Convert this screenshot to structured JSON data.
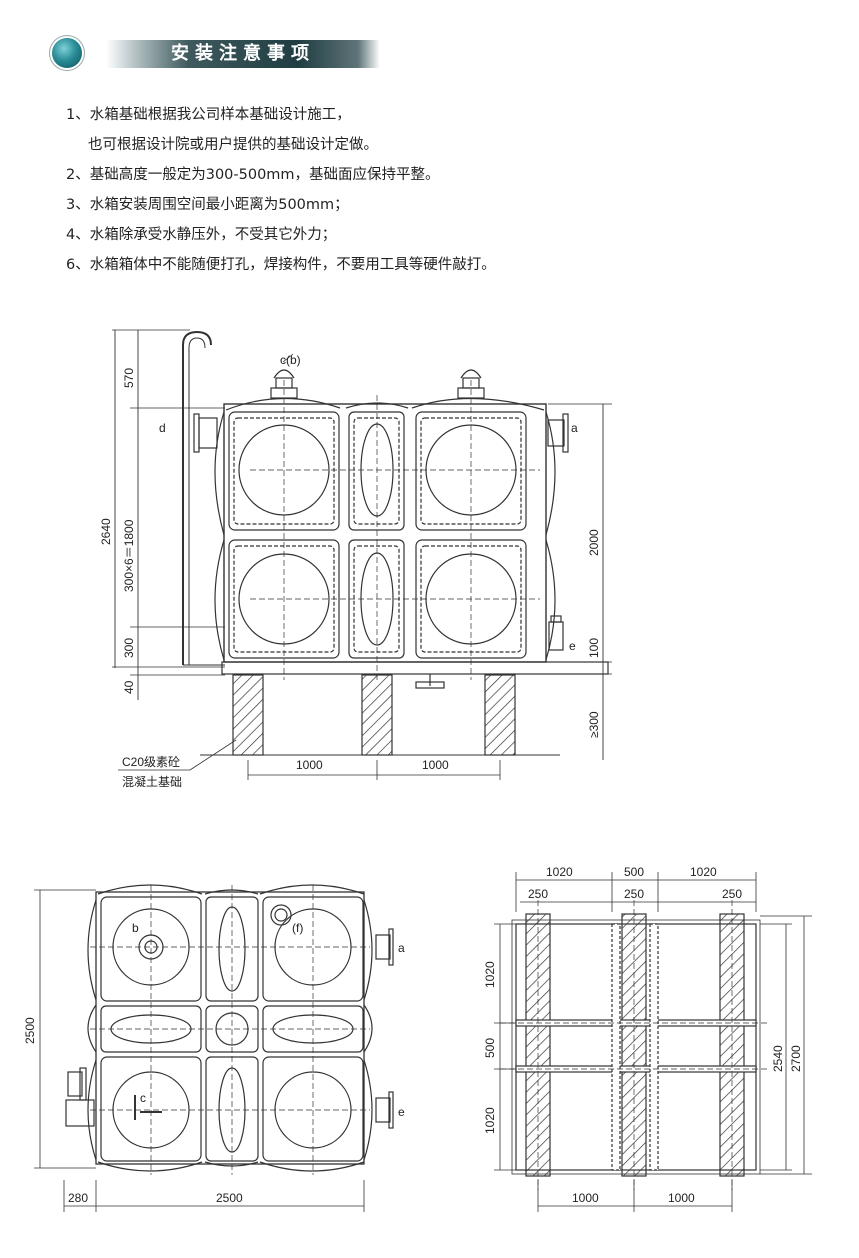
{
  "header": {
    "title": "安装注意事项"
  },
  "notes": [
    {
      "text": "1、水箱基础根据我公司样本基础设计施工，"
    },
    {
      "text": "也可根据设计院或用户提供的基础设计定做。"
    },
    {
      "text": "2、基础高度一般定为300-500mm，基础面应保持平整。"
    },
    {
      "text": "3、水箱安装周围空间最小距离为500mm；"
    },
    {
      "text": "4、水箱除承受水静压外，不受其它外力；"
    },
    {
      "text": "6、水箱箱体中不能随便打孔，焊接构件，不要用工具等硬件敲打。"
    }
  ],
  "elevation": {
    "labels": {
      "cb": "c(b)",
      "d": "d",
      "a": "a",
      "e": "e",
      "dim570": "570",
      "dim2640": "2640",
      "dim300x6": "300×6＝1800",
      "dim300": "300",
      "dim40": "40",
      "dim2000": "2000",
      "dim100": "100",
      "dim300min": "≥300",
      "dim1000a": "1000",
      "dim1000b": "1000",
      "foundation1": "C20级素砼",
      "foundation2": "混凝土基础"
    }
  },
  "plan": {
    "labels": {
      "b": "b",
      "c": "c",
      "f": "(f)",
      "a": "a",
      "e": "e",
      "dim2500v": "2500",
      "dim280": "280",
      "dim2500h": "2500"
    }
  },
  "foundation_plan": {
    "labels": {
      "top1020a": "1020",
      "top500": "500",
      "top1020b": "1020",
      "w250a": "250",
      "w250b": "250",
      "w250c": "250",
      "left1020a": "1020",
      "left500": "500",
      "left1020b": "1020",
      "r2540": "2540",
      "r2700": "2700",
      "bot1000a": "1000",
      "bot1000b": "1000"
    }
  }
}
